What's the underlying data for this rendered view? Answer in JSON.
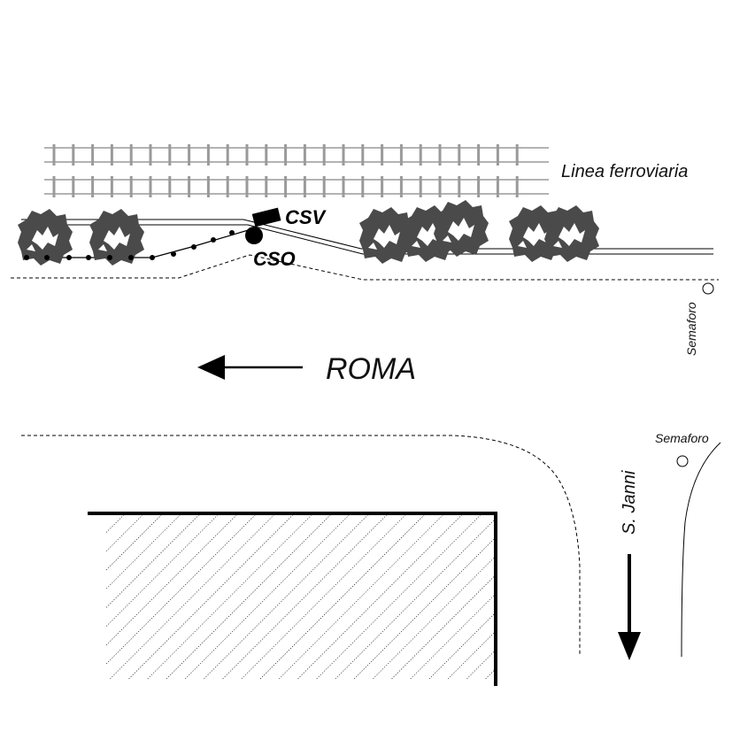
{
  "labels": {
    "railway": "Linea ferroviaria",
    "csv": "CSV",
    "cso": "CSO",
    "roma": "ROMA",
    "semaforo_top": "Semaforo",
    "semaforo_right": "Semaforo",
    "s_janni": "S. Janni"
  },
  "colors": {
    "ink": "#000000",
    "rail": "#9a9a9a",
    "tree": "#4a4a4a"
  },
  "icons": {
    "tree": "bush-icon",
    "traffic_light": "circle-icon",
    "direction_arrow": "arrow-icon"
  }
}
